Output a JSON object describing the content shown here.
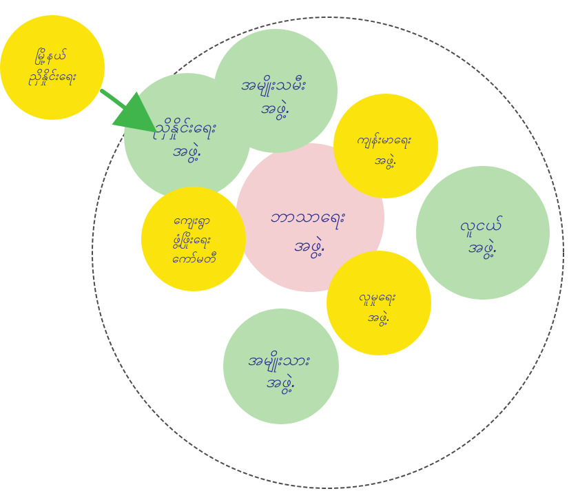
{
  "diagram": {
    "colors": {
      "outer_circle_stroke": "#4a4a4a",
      "center_fill": "#f3cfd1",
      "yellow_fill": "#fbe40d",
      "green_fill": "#b6deaf",
      "text_color": "#2b2f93",
      "arrow_color": "#3fb54c"
    },
    "nodes": {
      "center": {
        "lines": [
          "ဘာသာရေး",
          "အဖွဲ့."
        ]
      },
      "top_left_outside": {
        "lines": [
          "မြို့နယ်",
          "ညှိနှိုင်းရေး"
        ]
      },
      "upper_left": {
        "lines": [
          "ညှိနှိုင်းရေး",
          "အဖွဲ့."
        ]
      },
      "top_center": {
        "lines": [
          "အမျိုးသမီး",
          "အဖွဲ့."
        ]
      },
      "upper_right": {
        "lines": [
          "ကျန်းမာရေး",
          "အဖွဲ့."
        ]
      },
      "right": {
        "lines": [
          "လူငယ်",
          "အဖွဲ့."
        ]
      },
      "lower_right": {
        "lines": [
          "လူမှုရေး",
          "အဖွဲ့."
        ]
      },
      "bottom": {
        "lines": [
          "အမျိုးသား",
          "အဖွဲ့."
        ]
      },
      "left": {
        "lines": [
          "ကျေးရွာ",
          "ဖွံ့ဖြိုးရေး",
          "ကော်မတီ"
        ]
      }
    }
  }
}
